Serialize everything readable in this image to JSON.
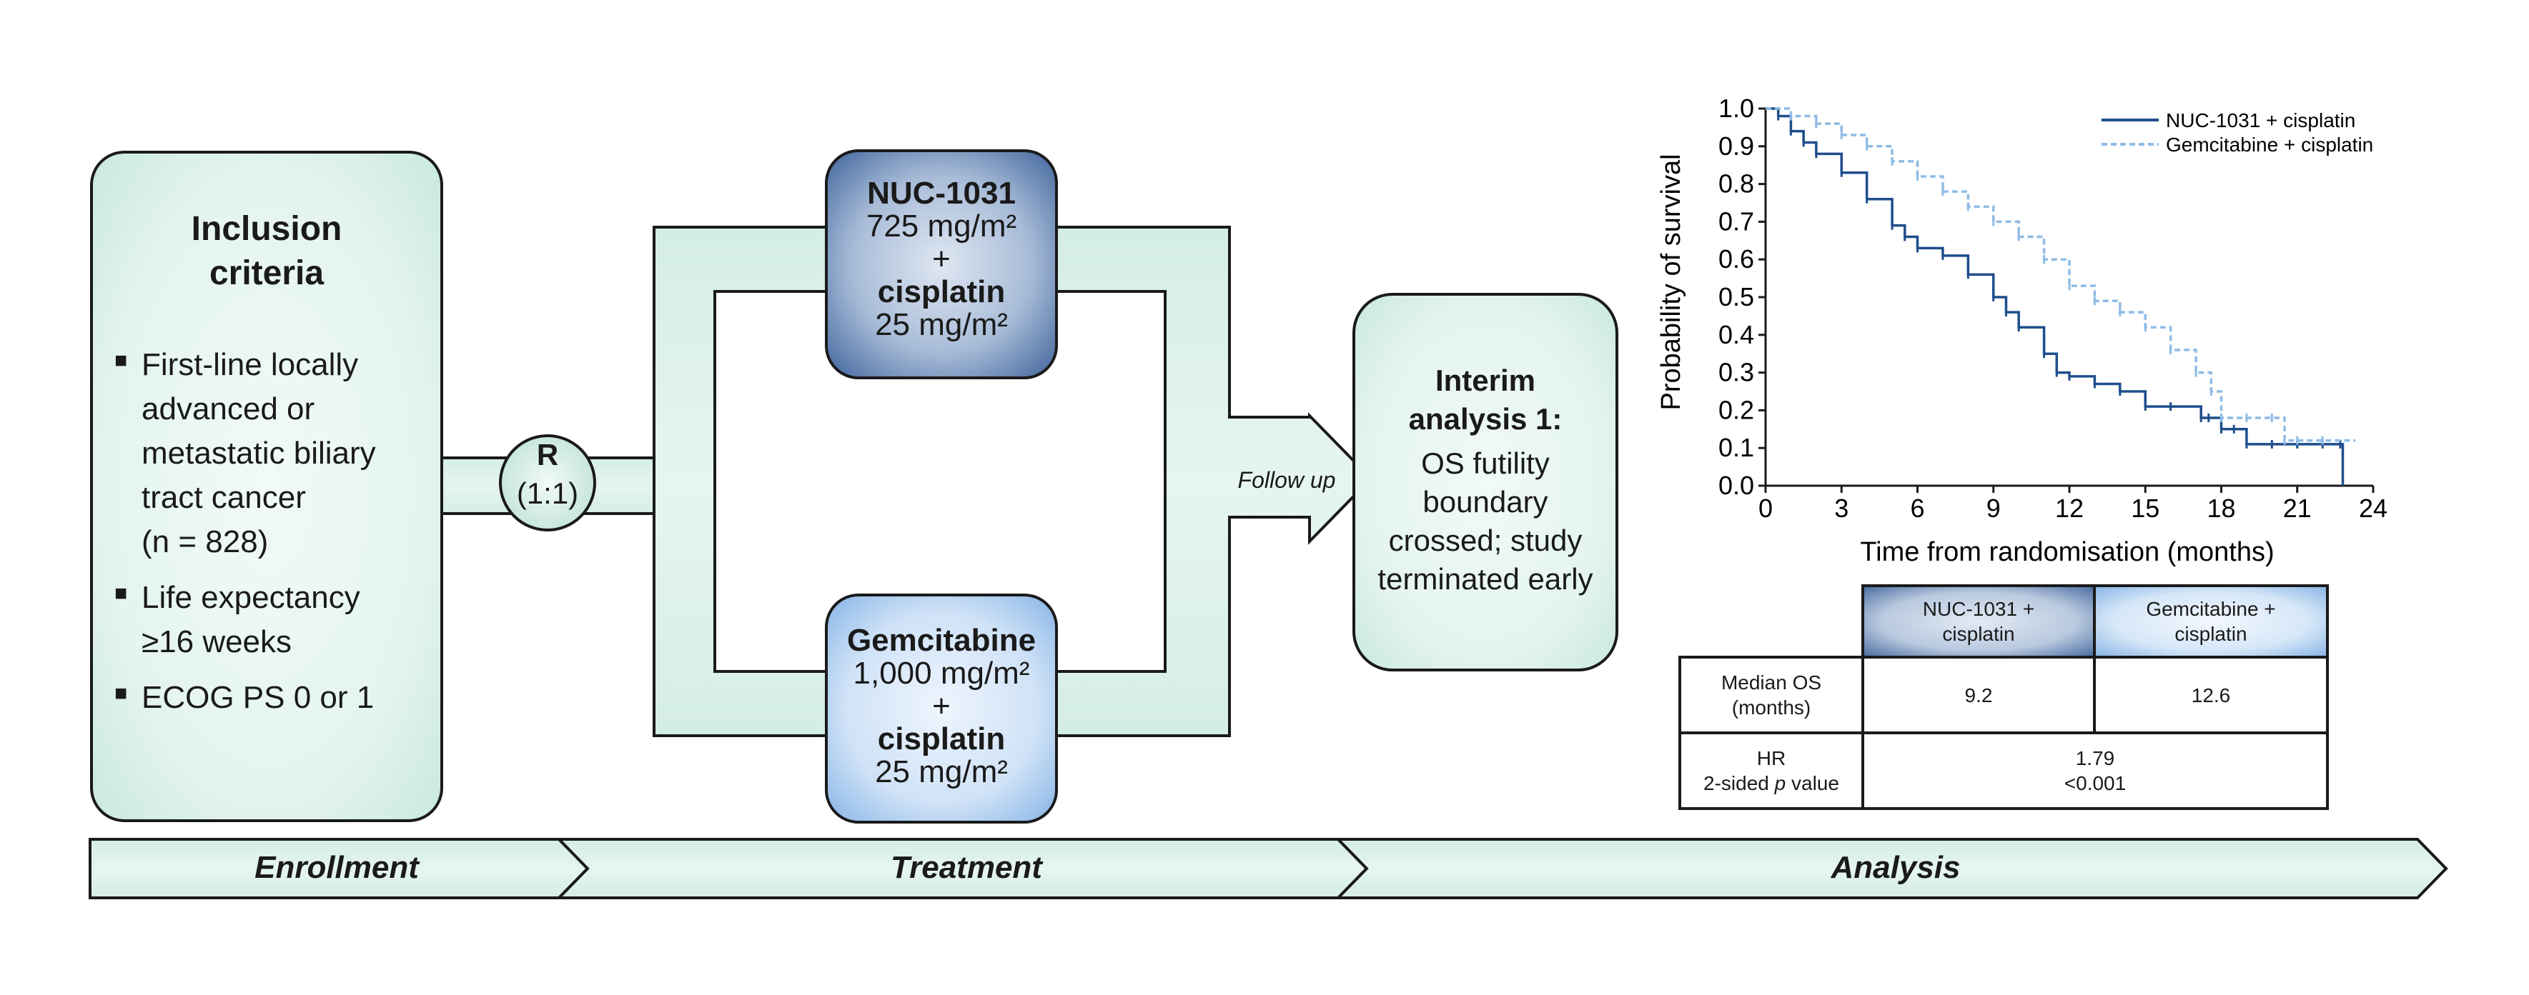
{
  "inclusion": {
    "title_line1": "Inclusion",
    "title_line2": "criteria",
    "bullets": [
      [
        "First-line locally",
        "advanced or",
        "metastatic biliary",
        "tract cancer",
        "(n = 828)"
      ],
      [
        "Life expectancy",
        "≥16 weeks"
      ],
      [
        "ECOG PS 0 or 1"
      ]
    ]
  },
  "randomisation": {
    "letter": "R",
    "ratio": "(1:1)"
  },
  "arms": {
    "nuc": {
      "drug": "NUC-1031",
      "dose": "725 mg/m²",
      "plus": "+",
      "combo": "cisplatin",
      "combo_dose": "25 mg/m²"
    },
    "gem": {
      "drug": "Gemcitabine",
      "dose": "1,000 mg/m²",
      "plus": "+",
      "combo": "cisplatin",
      "combo_dose": "25 mg/m²"
    }
  },
  "follow_up": "Follow up",
  "interim": {
    "title_line1": "Interim",
    "title_line2": "analysis 1:",
    "lines": [
      "OS futility",
      "boundary",
      "crossed; study",
      "terminated early"
    ]
  },
  "phases": {
    "enrollment": "Enrollment",
    "treatment": "Treatment",
    "analysis": "Analysis"
  },
  "chart_data": {
    "type": "line",
    "xlabel": "Time from randomisation (months)",
    "ylabel": "Probability of survival",
    "xlim": [
      0,
      24
    ],
    "ylim": [
      0,
      1.0
    ],
    "x_ticks": [
      "0",
      "3",
      "6",
      "9",
      "12",
      "15",
      "18",
      "21",
      "24"
    ],
    "y_ticks": [
      "0.0",
      "0.1",
      "0.2",
      "0.3",
      "0.4",
      "0.5",
      "0.6",
      "0.7",
      "0.8",
      "0.9",
      "1.0"
    ],
    "legend_position": "top-right",
    "series": [
      {
        "name": "NUC-1031 + cisplatin",
        "color": "#1f4e8c",
        "style": "solid",
        "x": [
          0,
          0.5,
          1,
          1.5,
          2,
          3,
          4,
          5,
          5.5,
          6,
          7,
          8,
          9,
          9.5,
          10,
          11,
          11.5,
          12,
          13,
          14,
          15,
          16,
          17.2,
          17.5,
          18,
          18.5,
          19,
          20,
          21,
          22,
          22.7,
          22.8
        ],
        "y": [
          1.0,
          0.98,
          0.94,
          0.91,
          0.88,
          0.83,
          0.76,
          0.69,
          0.66,
          0.63,
          0.61,
          0.56,
          0.5,
          0.46,
          0.42,
          0.35,
          0.3,
          0.29,
          0.27,
          0.25,
          0.21,
          0.21,
          0.18,
          0.18,
          0.15,
          0.15,
          0.11,
          0.11,
          0.11,
          0.11,
          0.11,
          0.0
        ]
      },
      {
        "name": "Gemcitabine + cisplatin",
        "color": "#8fbce6",
        "style": "dashed",
        "x": [
          0,
          1,
          2,
          3,
          4,
          5,
          6,
          7,
          8,
          9,
          10,
          11,
          12,
          13,
          14,
          15,
          16,
          17,
          17.6,
          18,
          19,
          20,
          20.5,
          21,
          22,
          23.3
        ],
        "y": [
          1.0,
          0.98,
          0.96,
          0.93,
          0.9,
          0.86,
          0.82,
          0.78,
          0.74,
          0.7,
          0.66,
          0.6,
          0.53,
          0.49,
          0.46,
          0.42,
          0.36,
          0.3,
          0.25,
          0.18,
          0.18,
          0.18,
          0.12,
          0.12,
          0.12,
          0.12
        ]
      }
    ]
  },
  "table": {
    "header": {
      "nuc": [
        "NUC-1031 +",
        "cisplatin"
      ],
      "gem": [
        "Gemcitabine +",
        "cisplatin"
      ]
    },
    "rows": [
      {
        "label": [
          "Median OS",
          "(months)"
        ],
        "nuc": "9.2",
        "gem": "12.6"
      },
      {
        "label": [
          "HR",
          "2-sided ",
          "p",
          " value"
        ],
        "combined": [
          "1.79",
          "<0.001"
        ]
      }
    ]
  }
}
